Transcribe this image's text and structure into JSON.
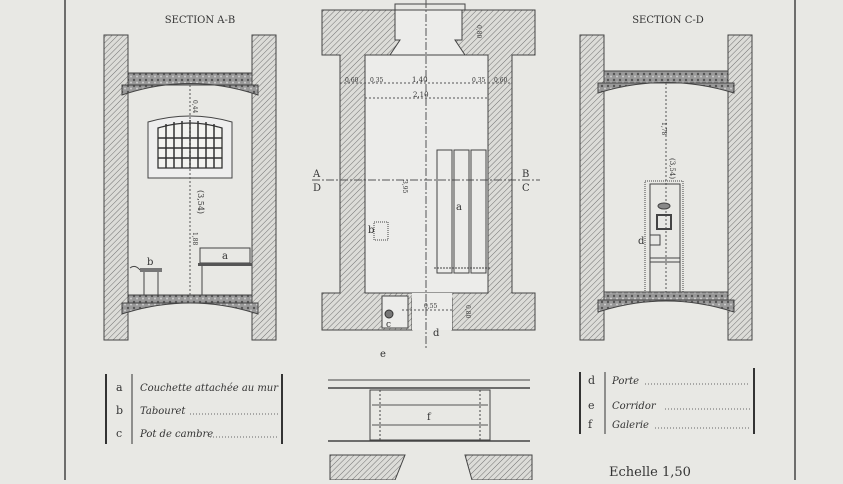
{
  "sections": {
    "ab": {
      "title": "SECTION A-B",
      "dim_top": "0,44",
      "dim_total": "(3,54)",
      "dim_bottom": "1,88",
      "label_a": "a",
      "label_b": "b"
    },
    "cd": {
      "title": "SECTION C-D",
      "dim_top": "1,78",
      "dim_total": "(3,54)",
      "label_d": "d"
    }
  },
  "plan": {
    "dims": {
      "wall_left": "0,60",
      "gap_left": "0,35",
      "center": "1,40",
      "gap_right": "0,35",
      "wall_right": "0,60",
      "width": "2,10",
      "length": "3,95",
      "door": "0,55",
      "wall_bottom": "0,80",
      "wall_top": "0,80"
    },
    "cut_left": {
      "top": "A",
      "bottom": "D"
    },
    "cut_right": {
      "top": "B",
      "bottom": "C"
    },
    "labels": {
      "a": "a",
      "b": "b",
      "c": "c",
      "d": "d",
      "e": "e",
      "f": "f"
    }
  },
  "legend_left": [
    {
      "key": "a",
      "text": "Couchette attachée au mur"
    },
    {
      "key": "b",
      "text": "Tabouret"
    },
    {
      "key": "c",
      "text": "Pot de cambre"
    }
  ],
  "legend_right": [
    {
      "key": "d",
      "text": "Porte"
    },
    {
      "key": "e",
      "text": "Corridor"
    },
    {
      "key": "f",
      "text": "Galerie"
    }
  ],
  "scale": "Echelle 1,50",
  "colors": {
    "paper": "#e8e8e4",
    "ink": "#333333"
  }
}
